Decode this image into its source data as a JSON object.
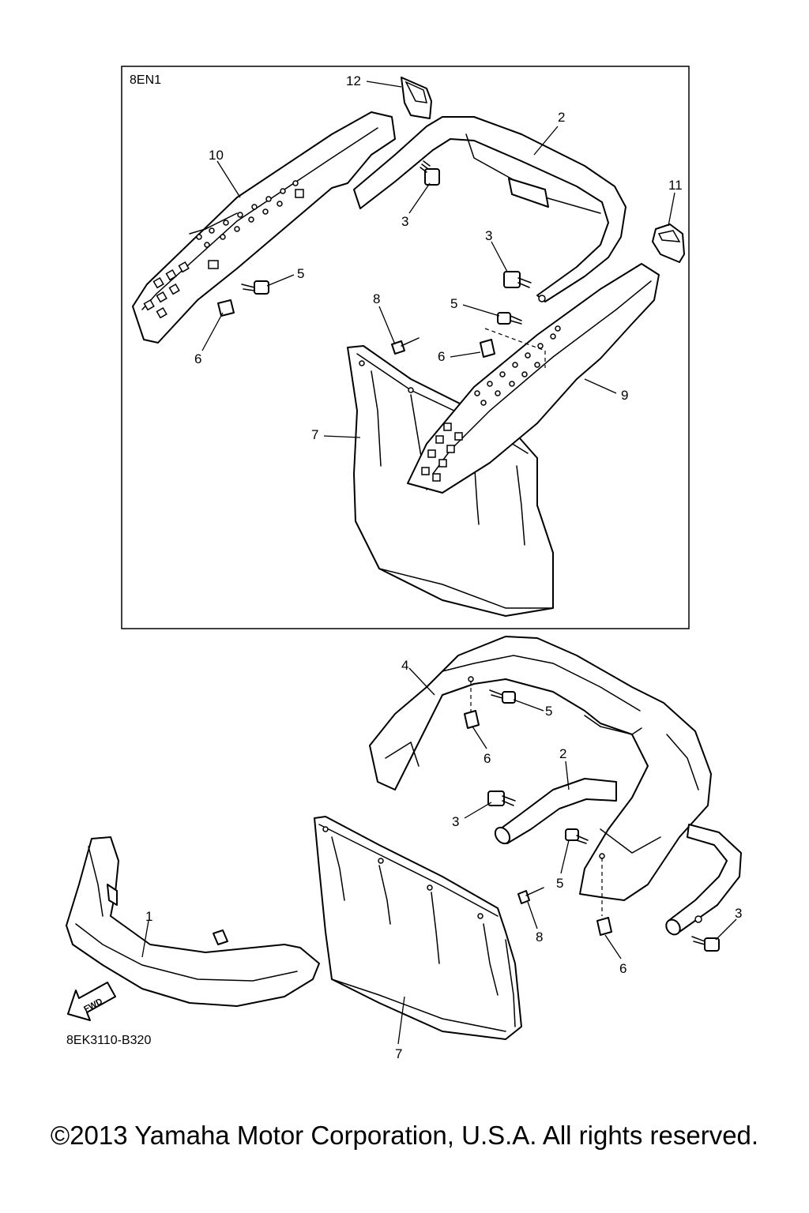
{
  "diagram": {
    "inset_label": "8EN1",
    "drawing_code": "8EK3110-B320",
    "fwd_label": "FWD",
    "callouts": {
      "c1": "1",
      "c2a": "2",
      "c2b": "2",
      "c3a": "3",
      "c3b": "3",
      "c3c": "3",
      "c3d": "3",
      "c4": "4",
      "c5a": "5",
      "c5b": "5",
      "c5c": "5",
      "c5d": "5",
      "c6a": "6",
      "c6b": "6",
      "c6c": "6",
      "c6d": "6",
      "c7a": "7",
      "c7b": "7",
      "c8a": "8",
      "c8b": "8",
      "c9": "9",
      "c10": "10",
      "c11": "11",
      "c12": "12"
    }
  },
  "footer": {
    "copyright": "©2013 Yamaha Motor Corporation, U.S.A. All rights reserved."
  }
}
